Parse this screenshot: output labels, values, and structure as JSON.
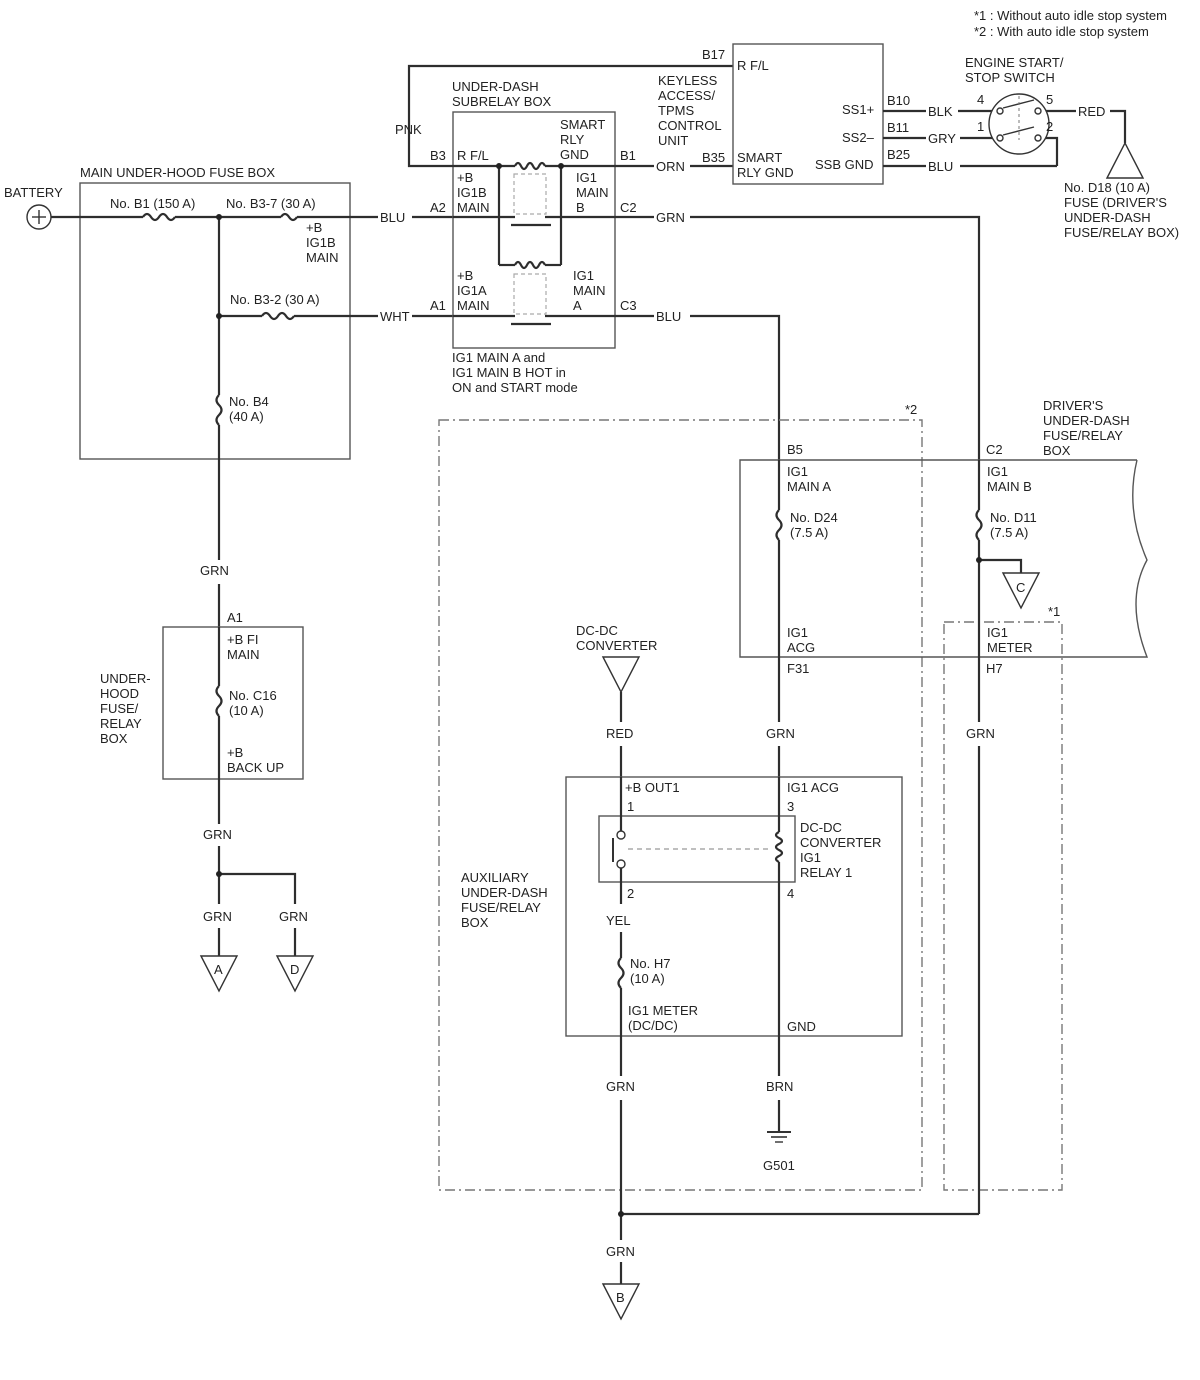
{
  "legend": {
    "note1": "*1 : Without auto idle stop system",
    "note2": "*2 : With auto idle stop system"
  },
  "battery": "BATTERY",
  "main_fuse_box": {
    "title": "MAIN UNDER-HOOD FUSE BOX",
    "fuse_b1": "No. B1 (150 A)",
    "fuse_b3_7": "No. B3-7 (30 A)",
    "fuse_b3_2": "No. B3-2 (30 A)",
    "fuse_b4_a": "No. B4",
    "fuse_b4_b": "(40 A)",
    "ig1b_a": "+B",
    "ig1b_b": "IG1B",
    "ig1b_c": "MAIN"
  },
  "subrelay": {
    "title_a": "UNDER-DASH",
    "title_b": "SUBRELAY BOX",
    "b3": "B3",
    "rfl": "R F/L",
    "smart_a": "SMART",
    "smart_b": "RLY",
    "smart_c": "GND",
    "b1": "B1",
    "a2": "A2",
    "p1a": "+B",
    "p1b": "IG1B",
    "p1c": "MAIN",
    "q1a": "IG1",
    "q1b": "MAIN",
    "q1c": "B",
    "c2": "C2",
    "p2a": "+B",
    "p2b": "IG1A",
    "p2c": "MAIN",
    "q2a": "IG1",
    "q2b": "MAIN",
    "q2c": "A",
    "a1": "A1",
    "c3": "C3",
    "note_a": "IG1 MAIN A and",
    "note_b": "IG1 MAIN B HOT in",
    "note_c": "ON and START mode"
  },
  "keyless": {
    "title_a": "KEYLESS",
    "title_b": "ACCESS/",
    "title_c": "TPMS",
    "title_d": "CONTROL",
    "title_e": "UNIT",
    "b17": "B17",
    "rfl": "R F/L",
    "b35": "B35",
    "smart_a": "SMART",
    "smart_b": "RLY GND",
    "ss1": "SS1+",
    "ss2": "SS2–",
    "ssb": "SSB GND",
    "b10": "B10",
    "b11": "B11",
    "b25": "B25"
  },
  "start_switch": {
    "title_a": "ENGINE START/",
    "title_b": "STOP SWITCH",
    "p4": "4",
    "p5": "5",
    "p1": "1",
    "p2": "2",
    "fuse_a": "No. D18 (10 A)",
    "fuse_b": "FUSE (DRIVER'S",
    "fuse_c": "UNDER-DASH",
    "fuse_d": "FUSE/RELAY BOX)"
  },
  "wires": {
    "pnk": "PNK",
    "orn": "ORN",
    "blu": "BLU",
    "grn": "GRN",
    "wht": "WHT",
    "blk": "BLK",
    "gry": "GRY",
    "red": "RED",
    "yel": "YEL",
    "brn": "BRN"
  },
  "drivers_box": {
    "title_a": "DRIVER'S",
    "title_b": "UNDER-DASH",
    "title_c": "FUSE/RELAY",
    "title_d": "BOX",
    "b5": "B5",
    "c2": "C2",
    "ig1_a": "IG1",
    "main_a": "MAIN A",
    "ig1_b": "IG1",
    "main_b": "MAIN B",
    "fuse_d24_a": "No. D24",
    "fuse_d24_b": "(7.5 A)",
    "fuse_d11_a": "No. D11",
    "fuse_d11_b": "(7.5 A)",
    "acg_a": "IG1",
    "acg_b": "ACG",
    "f31": "F31",
    "meter_a": "IG1",
    "meter_b": "METER",
    "h7": "H7",
    "star1": "*1",
    "star2": "*2"
  },
  "underhood_box": {
    "title_a": "UNDER-",
    "title_b": "HOOD",
    "title_c": "FUSE/",
    "title_d": "RELAY",
    "title_e": "BOX",
    "a1": "A1",
    "fi_a": "+B FI",
    "fi_b": "MAIN",
    "fuse_a": "No. C16",
    "fuse_b": "(10 A)",
    "bu_a": "+B",
    "bu_b": "BACK UP"
  },
  "dcdc": {
    "conv_a": "DC-DC",
    "conv_b": "CONVERTER",
    "aux_a": "AUXILIARY",
    "aux_b": "UNDER-DASH",
    "aux_c": "FUSE/RELAY",
    "aux_d": "BOX",
    "out1": "+B OUT1",
    "acg": "IG1 ACG",
    "p1": "1",
    "p2": "2",
    "p3": "3",
    "p4": "4",
    "relay_a": "DC-DC",
    "relay_b": "CONVERTER",
    "relay_c": "IG1",
    "relay_d": "RELAY 1",
    "fuse_a": "No. H7",
    "fuse_b": "(10 A)",
    "meter_a": "IG1 METER",
    "meter_b": "(DC/DC)",
    "gnd": "GND",
    "g501": "G501"
  },
  "connectors": {
    "a": "A",
    "b": "B",
    "c": "C",
    "d": "D"
  }
}
